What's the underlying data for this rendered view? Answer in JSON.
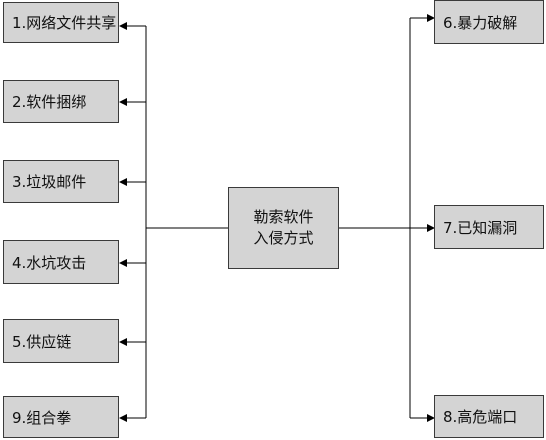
{
  "center": {
    "line1": "勒索软件",
    "line2": "入侵方式"
  },
  "left_boxes": [
    {
      "label": "1.网络文件共享"
    },
    {
      "label": "2.软件捆绑"
    },
    {
      "label": "3.垃圾邮件"
    },
    {
      "label": "4.水坑攻击"
    },
    {
      "label": "5.供应链"
    },
    {
      "label": "9.组合拳"
    }
  ],
  "right_boxes": [
    {
      "label": "6.暴力破解"
    },
    {
      "label": "7.已知漏洞"
    },
    {
      "label": "8.高危端口"
    }
  ],
  "colors": {
    "box_fill": "#d4d4d4",
    "box_border": "#3a3a3a",
    "line": "#000000"
  }
}
